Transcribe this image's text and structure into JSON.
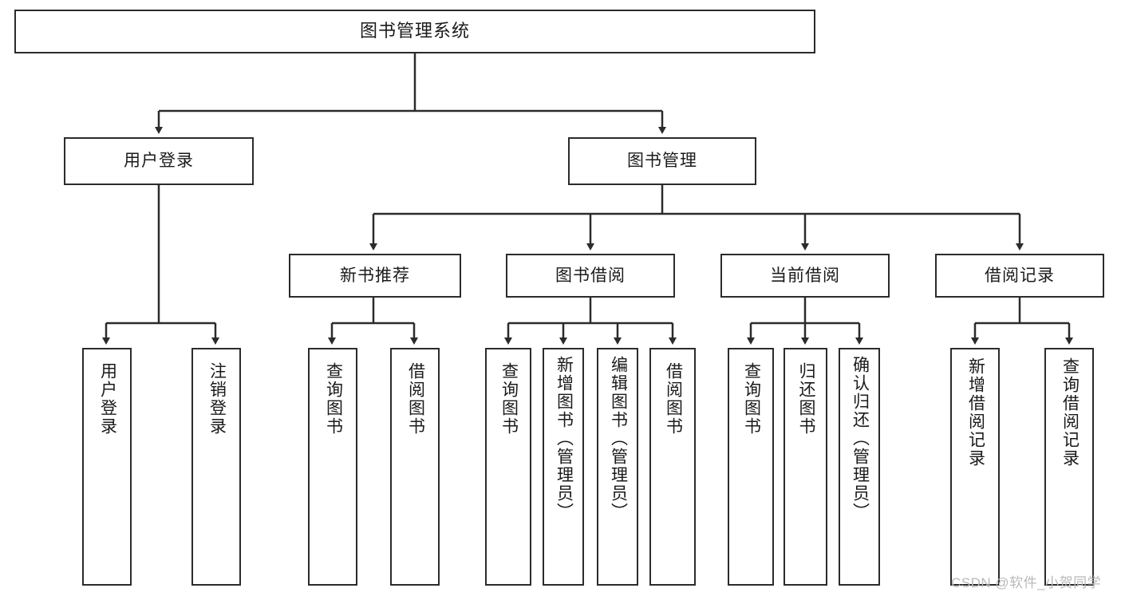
{
  "diagram": {
    "type": "tree-hierarchy",
    "title": "图书管理系统",
    "orientation": "top-down",
    "colors": {
      "stroke": "#2b2b2b",
      "fill": "#ffffff",
      "text": "#1a1a1a",
      "watermark": "#b9b9b9"
    }
  },
  "nodes": {
    "root": {
      "label": "图书管理系统"
    },
    "level2": [
      {
        "id": "user-login",
        "label": "用户登录"
      },
      {
        "id": "book-management",
        "label": "图书管理"
      }
    ],
    "level3": [
      {
        "id": "new-book-recommend",
        "label": "新书推荐"
      },
      {
        "id": "book-borrow",
        "label": "图书借阅"
      },
      {
        "id": "current-borrow",
        "label": "当前借阅"
      },
      {
        "id": "borrow-record",
        "label": "借阅记录"
      }
    ],
    "leaves": {
      "user-login": [
        {
          "id": "leaf-user-login",
          "label": "用户登录"
        },
        {
          "id": "leaf-logout-login",
          "label": "注销登录"
        }
      ],
      "new-book-recommend": [
        {
          "id": "leaf-query-book-1",
          "label": "查询图书"
        },
        {
          "id": "leaf-borrow-book-1",
          "label": "借阅图书"
        }
      ],
      "book-borrow": [
        {
          "id": "leaf-query-book-2",
          "label": "查询图书"
        },
        {
          "id": "leaf-add-book",
          "label": "新增图书（管理员）"
        },
        {
          "id": "leaf-edit-book",
          "label": "编辑图书（管理员）"
        },
        {
          "id": "leaf-borrow-book-2",
          "label": "借阅图书"
        }
      ],
      "current-borrow": [
        {
          "id": "leaf-query-book-3",
          "label": "查询图书"
        },
        {
          "id": "leaf-return-book",
          "label": "归还图书"
        },
        {
          "id": "leaf-confirm-return",
          "label": "确认归还（管理员）"
        }
      ],
      "borrow-record": [
        {
          "id": "leaf-add-record",
          "label": "新增借阅记录"
        },
        {
          "id": "leaf-query-record",
          "label": "查询借阅记录"
        }
      ]
    }
  },
  "watermark": {
    "text": "CSDN @软件_小贺同学"
  }
}
